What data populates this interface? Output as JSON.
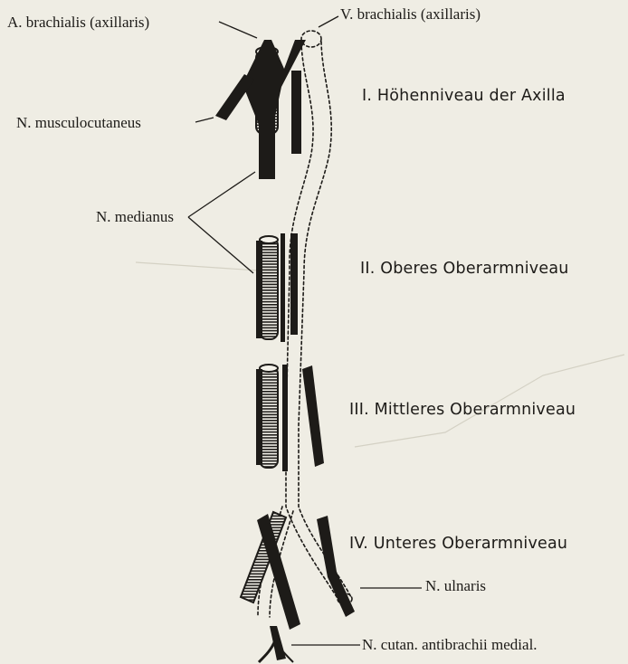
{
  "labels": {
    "a_brachialis": "A. brachialis (axillaris)",
    "v_brachialis": "V. brachialis (axillaris)",
    "n_musculocutaneus": "N. musculocutaneus",
    "n_medianus": "N. medianus",
    "n_ulnaris": "N. ulnaris",
    "n_cutan": "N. cutan. antibrachii medial."
  },
  "levels": [
    {
      "label": "I. Höhenniveau der Axilla"
    },
    {
      "label": "II. Oberes Oberarmniveau"
    },
    {
      "label": "III. Mittleres Oberarmniveau"
    },
    {
      "label": "IV. Unteres Oberarmniveau"
    }
  ],
  "colors": {
    "paper": "#efede4",
    "ink": "#1d1b18"
  }
}
